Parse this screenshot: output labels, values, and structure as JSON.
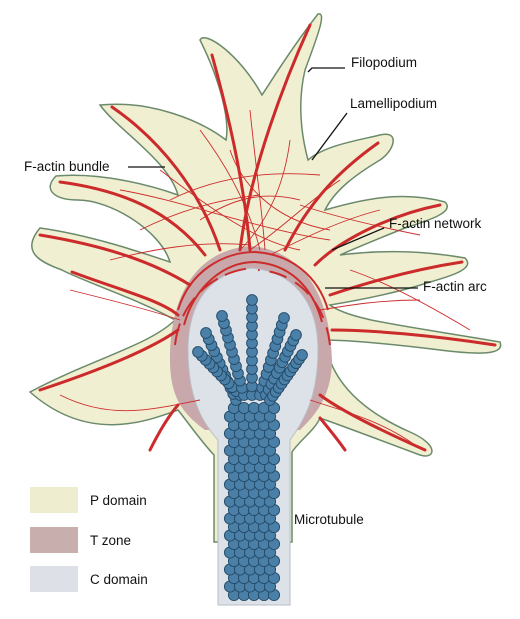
{
  "labels": {
    "filopodium": "Filopodium",
    "lamellipodium": "Lamellipodium",
    "factin_bundle": "F-actin bundle",
    "factin_network": "F-actin network",
    "factin_arc": "F-actin arc",
    "microtubule": "Microtubule"
  },
  "legend": [
    {
      "label": "P domain",
      "color": "#eeedd0"
    },
    {
      "label": "T zone",
      "color": "#c9aeae"
    },
    {
      "label": "C domain",
      "color": "#dde1e7"
    }
  ],
  "colors": {
    "p_domain": "#f1efd1",
    "p_outline": "#6b8a6b",
    "t_zone": "#c8a8aa",
    "c_domain": "#dde1e8",
    "actin": "#cc2b2b",
    "microtubule_fill": "#4a7fa8",
    "microtubule_stroke": "#234a66"
  }
}
